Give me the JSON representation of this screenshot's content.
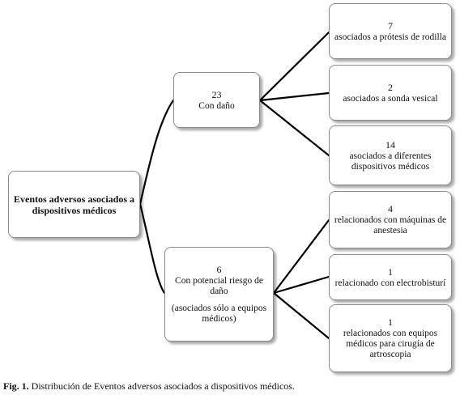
{
  "root": {
    "label": "Eventos adversos asociados a dispositivos médicos"
  },
  "damage": {
    "count": "23",
    "label": "Con daño"
  },
  "risk": {
    "count": "6",
    "label": "Con potencial riesgo de daño",
    "note": "(asociados sólo a equipos médicos)"
  },
  "leaves": [
    {
      "count": "7",
      "label": "asociados a prótesis de rodilla"
    },
    {
      "count": "2",
      "label": "asociados a sonda vesical"
    },
    {
      "count": "14",
      "label": "asociados a diferentes dispositivos médicos"
    },
    {
      "count": "4",
      "label": "relacionados con máquinas de anestesia"
    },
    {
      "count": "1",
      "label": "relacionado con electrobisturí"
    },
    {
      "count": "1",
      "label": "relacionados con equipos médicos para cirugía de artroscopia"
    }
  ],
  "caption": {
    "prefix": "Fig. 1.",
    "text": "Distribución de Eventos adversos asociados a dispositivos médicos."
  }
}
